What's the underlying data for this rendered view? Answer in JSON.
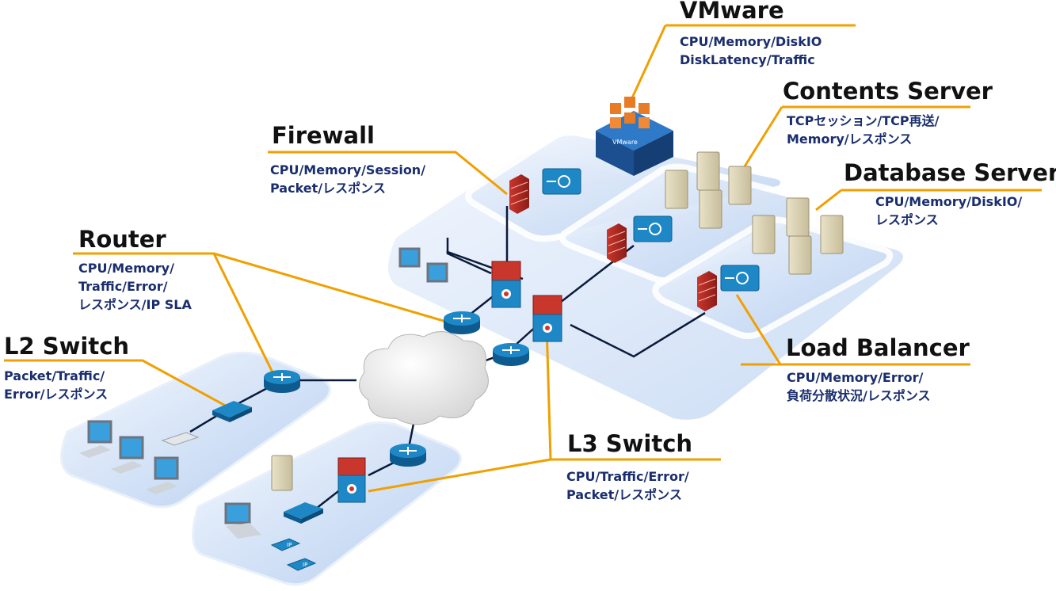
{
  "labels": {
    "vmware": {
      "title": "VMware",
      "metrics": [
        "CPU/Memory/DiskIO",
        "DiskLatency/Traffic"
      ]
    },
    "contents": {
      "title": "Contents Server",
      "metrics": [
        "TCPセッション/TCP再送/",
        "Memory/レスポンス"
      ]
    },
    "firewall": {
      "title": "Firewall",
      "metrics": [
        "CPU/Memory/Session/",
        "Packet/レスポンス"
      ]
    },
    "database": {
      "title": "Database Server",
      "metrics": [
        "CPU/Memory/DiskIO/",
        "レスポンス"
      ]
    },
    "router": {
      "title": "Router",
      "metrics": [
        "CPU/Memory/",
        "Traffic/Error/",
        "レスポンス/IP SLA"
      ]
    },
    "l2switch": {
      "title": "L2 Switch",
      "metrics": [
        "Packet/Traffic/",
        "Error/レスポンス"
      ]
    },
    "lb": {
      "title": "Load Balancer",
      "metrics": [
        "CPU/Memory/Error/",
        "負荷分散状況/レスポンス"
      ]
    },
    "l3switch": {
      "title": "L3 Switch",
      "metrics": [
        "CPU/Traffic/Error/",
        "Packet/レスポンス"
      ]
    }
  },
  "vmware_badge": "VMware",
  "phone_badge": "IP",
  "colors": {
    "leader": "#f0a000",
    "title": "#111111",
    "metric": "#1a2e6e",
    "panel": "#c9dcf5",
    "router": "#1e88c7"
  }
}
